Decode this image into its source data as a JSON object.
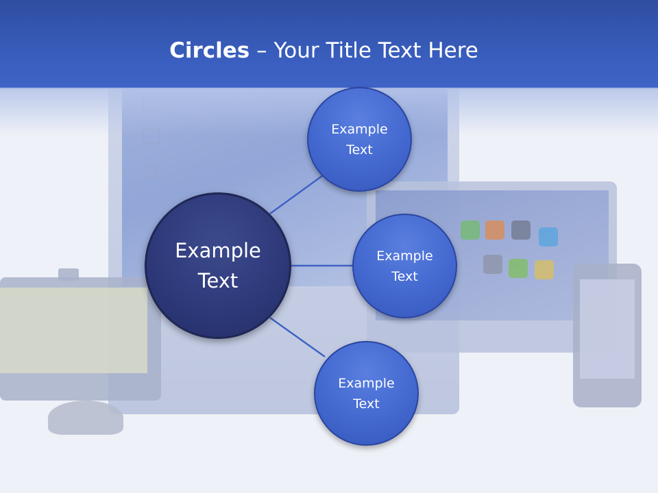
{
  "slide": {
    "title_bold": "Circles",
    "title_rest": " – Your Title Text Here"
  },
  "diagram": {
    "center": {
      "label": "Example\nText"
    },
    "satellites": [
      {
        "label": "Example\nText"
      },
      {
        "label": "Example\nText"
      },
      {
        "label": "Example\nText"
      }
    ]
  },
  "colors": {
    "header": "#3a5fc0",
    "center_circle": "#2d3878",
    "satellite_circle": "#4368cf",
    "connector": "#3f62c4"
  }
}
